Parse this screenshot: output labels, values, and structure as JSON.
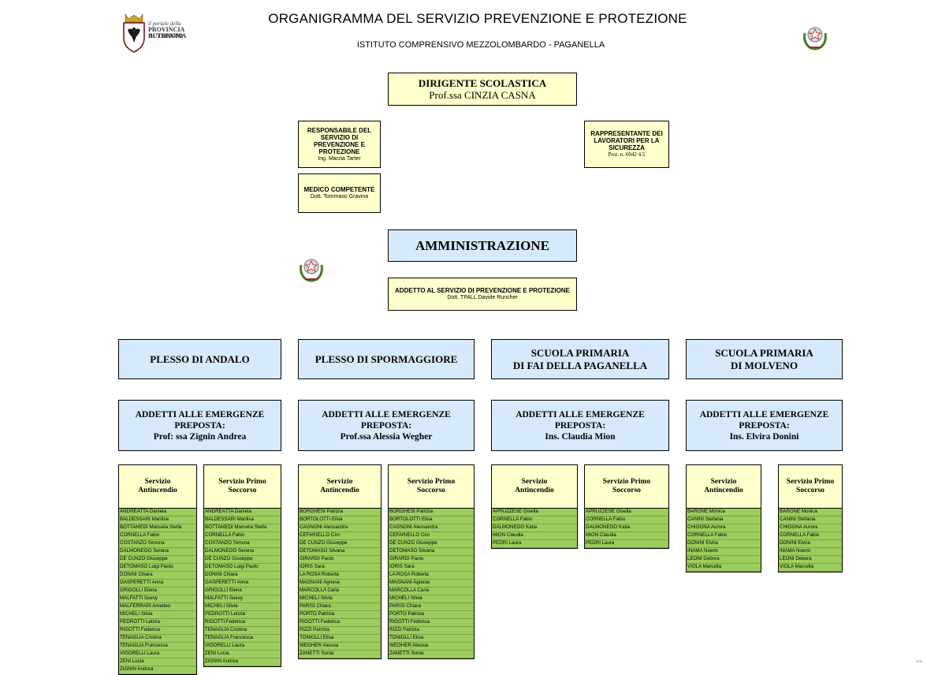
{
  "header": {
    "title": "ORGANIGRAMMA DEL SERVIZIO PREVENZIONE E PROTEZIONE",
    "subtitle": "ISTITUTO COMPRENSIVO MEZZOLOMBARDO - PAGANELLA",
    "logo_line1": "il portale della",
    "logo_line2": "PROVINCIA AUTONOMA",
    "logo_line3": "DI TRENTO"
  },
  "dirigente": {
    "role": "DIRIGENTE SCOLASTICA",
    "name": "Prof.ssa CINZIA CASNA"
  },
  "rspp": {
    "role": "RESPONSABILE DEL SERVIZIO DI PREVENZIONE E PROTEZIONE",
    "name": "Ing. Marzia Tarter"
  },
  "rls": {
    "role": "RAPPRESENTANTE DEI LAVORATORI PER LA SICUREZZA",
    "note": "Prot. n. 6042 4.5"
  },
  "medico": {
    "role": "MEDICO COMPETENTE",
    "name": "Dott. Tommaso Gravina"
  },
  "amministrazione": {
    "label": "AMMINISTRAZIONE"
  },
  "aspp": {
    "role": "ADDETTO AL SERVIZIO DI PREVENZIONE E PROTEZIONE",
    "name": "Dott. TPALL Davide Runcher"
  },
  "plessi": [
    {
      "name": "PLESSO DI ANDALO",
      "emerg_line1": "ADDETTI ALLE EMERGENZE",
      "emerg_line2": "PREPOSTA:",
      "preposta": "Prof: ssa Zignin Andrea",
      "antincendio_title": "Servizio Antincendio",
      "primo_title": "Servizio Primo Soccorso",
      "antincendio": [
        "ANDREATTA Daniela",
        "BALDESSARI Marilisa",
        "BOTTAMEDI Manuela Stella",
        "CORNELLA Fabio",
        "COSTANZO Simona",
        "DALMONEGO Serena",
        "DE CUNZO Giuseppe",
        "DETOMASO Luigi Paolo",
        "DONINI Chiara",
        "GASPERETTI Anna",
        "GRIGOLLI Elena",
        "MALFATTI Suesy",
        "MALFERRARI Amedeo",
        "MICHELI Silvia",
        "PEDROTTI Letizia",
        "RIGOTTI Federica",
        "TENAGLIA Cristina",
        "TENAGLIA Francesca",
        "VIGORELLI Laura",
        "ZENI Lucia",
        "ZIGNIN Andrea"
      ],
      "primo": [
        "ANDREATTA Daniela",
        "BALDESSARI Marilisa",
        "BOTTAMEDI Manuela Stella",
        "CORNELLA Fabio",
        "COSTANZO Simona",
        "DALMONEGO Serena",
        "DE CUNZO Giuseppe",
        "DETOMASO Luigi Paolo",
        "DONINI Chiara",
        "GASPERETTI Anna",
        "GRIGOLLI Elena",
        "MALFATTI Suesy",
        "MICHELI Silvia",
        "PEDROTTI Letizia",
        "RIGOTTI Federica",
        "TENAGLIA Cristina",
        "TENAGLIA Francesca",
        "VIGORELLI Laura",
        "ZENI Lucia",
        "ZIGNIN Andrea"
      ]
    },
    {
      "name": "PLESSO DI SPORMAGGIORE",
      "emerg_line1": "ADDETTI ALLE EMERGENZE",
      "emerg_line2": "PREPOSTA:",
      "preposta": "Prof.ssa Alessia Wegher",
      "antincendio_title": "Servizio Antincendio",
      "primo_title": "Servizio Primo Soccorso",
      "antincendio": [
        "BORGHESI Patrizia",
        "BORTOLOTTI Elisa",
        "CAGNONI Alessandra",
        "CEFARIELLO Ciro",
        "DE CUNZO Giuseppe",
        "DETOMASO Silvana",
        "GIRARDI Paolo",
        "IORIS Sara",
        "LA ROSA Roberta",
        "MAGNANI Agnese",
        "MARCOLLA Carla",
        "MICHELI Silvia",
        "PARISI Chiara",
        "PORTO Patrizia",
        "RIGOTTI Federica",
        "RIZZI Patrizia",
        "TONIOLLI Elisa",
        "WEGHER Alessia",
        "ZANETTI Sonia"
      ],
      "primo": [
        "BORGHESI Patrizia",
        "BORTOLOTTI Elisa",
        "CAGNONI Alessandra",
        "CEFARIELLO Ciro",
        "DE CUNZO Giuseppe",
        "DETOMASO Silvana",
        "GIRARDI Paolo",
        "IORIS Sara",
        "LA ROSA Roberta",
        "MAGNANI Agnese",
        "MARCOLLA Carla",
        "MICHELI Silvia",
        "PARISI Chiara",
        "PORTO Patrizia",
        "RIGOTTI Federica",
        "RIZZI Patrizia",
        "TONIOLLI Elisa",
        "WEGHER Alessia",
        "ZANETTI Sonia"
      ]
    },
    {
      "name_line1": "SCUOLA PRIMARIA",
      "name_line2": "DI FAI DELLA PAGANELLA",
      "emerg_line1": "ADDETTI ALLE EMERGENZE",
      "emerg_line2": "PREPOSTA:",
      "preposta": "Ins. Claudia Mion",
      "antincendio_title": "Servizio Antincendio",
      "primo_title": "Servizio Primo Soccorso",
      "antincendio": [
        "APRUZZESE Gisella",
        "CORNELLA Fabio",
        "DALMONEGO Katia",
        "MION Claudia",
        "PEDRI Laura"
      ],
      "primo": [
        "APRUZZESE Gisella",
        "CORNELLA Fabio",
        "DALMONEGO Katia",
        "MION Claudia",
        "PEDRI Laura"
      ]
    },
    {
      "name_line1": "SCUOLA PRIMARIA",
      "name_line2": "DI MOLVENO",
      "emerg_line1": "ADDETTI ALLE EMERGENZE",
      "emerg_line2": "PREPOSTA:",
      "preposta": "Ins. Elvira Donini",
      "antincendio_title": "Servizio Antincendio",
      "primo_title": "Servizio Primo Soccorso",
      "antincendio": [
        "BARONE Monica",
        "CANINI Stefania",
        "CHIOGNA Aurora",
        "CORNELLA Fabio",
        "DONINI Elvira",
        "INAMA Noemi",
        "LEONI Debora",
        "VIOLA Marcella"
      ],
      "primo": [
        "BARONE Monica",
        "CANINI Stefania",
        "CHIOGNA Aurora",
        "CORNELLA Fabio",
        "DONINI Elvira",
        "INAMA Noemi",
        "LEONI Debora",
        "VIOLA Marcella"
      ]
    }
  ],
  "footer": {
    "corner_note": "GITs"
  },
  "colors": {
    "yellow_box": "#ffffcc",
    "blue_box": "#d6eafc",
    "green_list": "#9ccc5c"
  }
}
